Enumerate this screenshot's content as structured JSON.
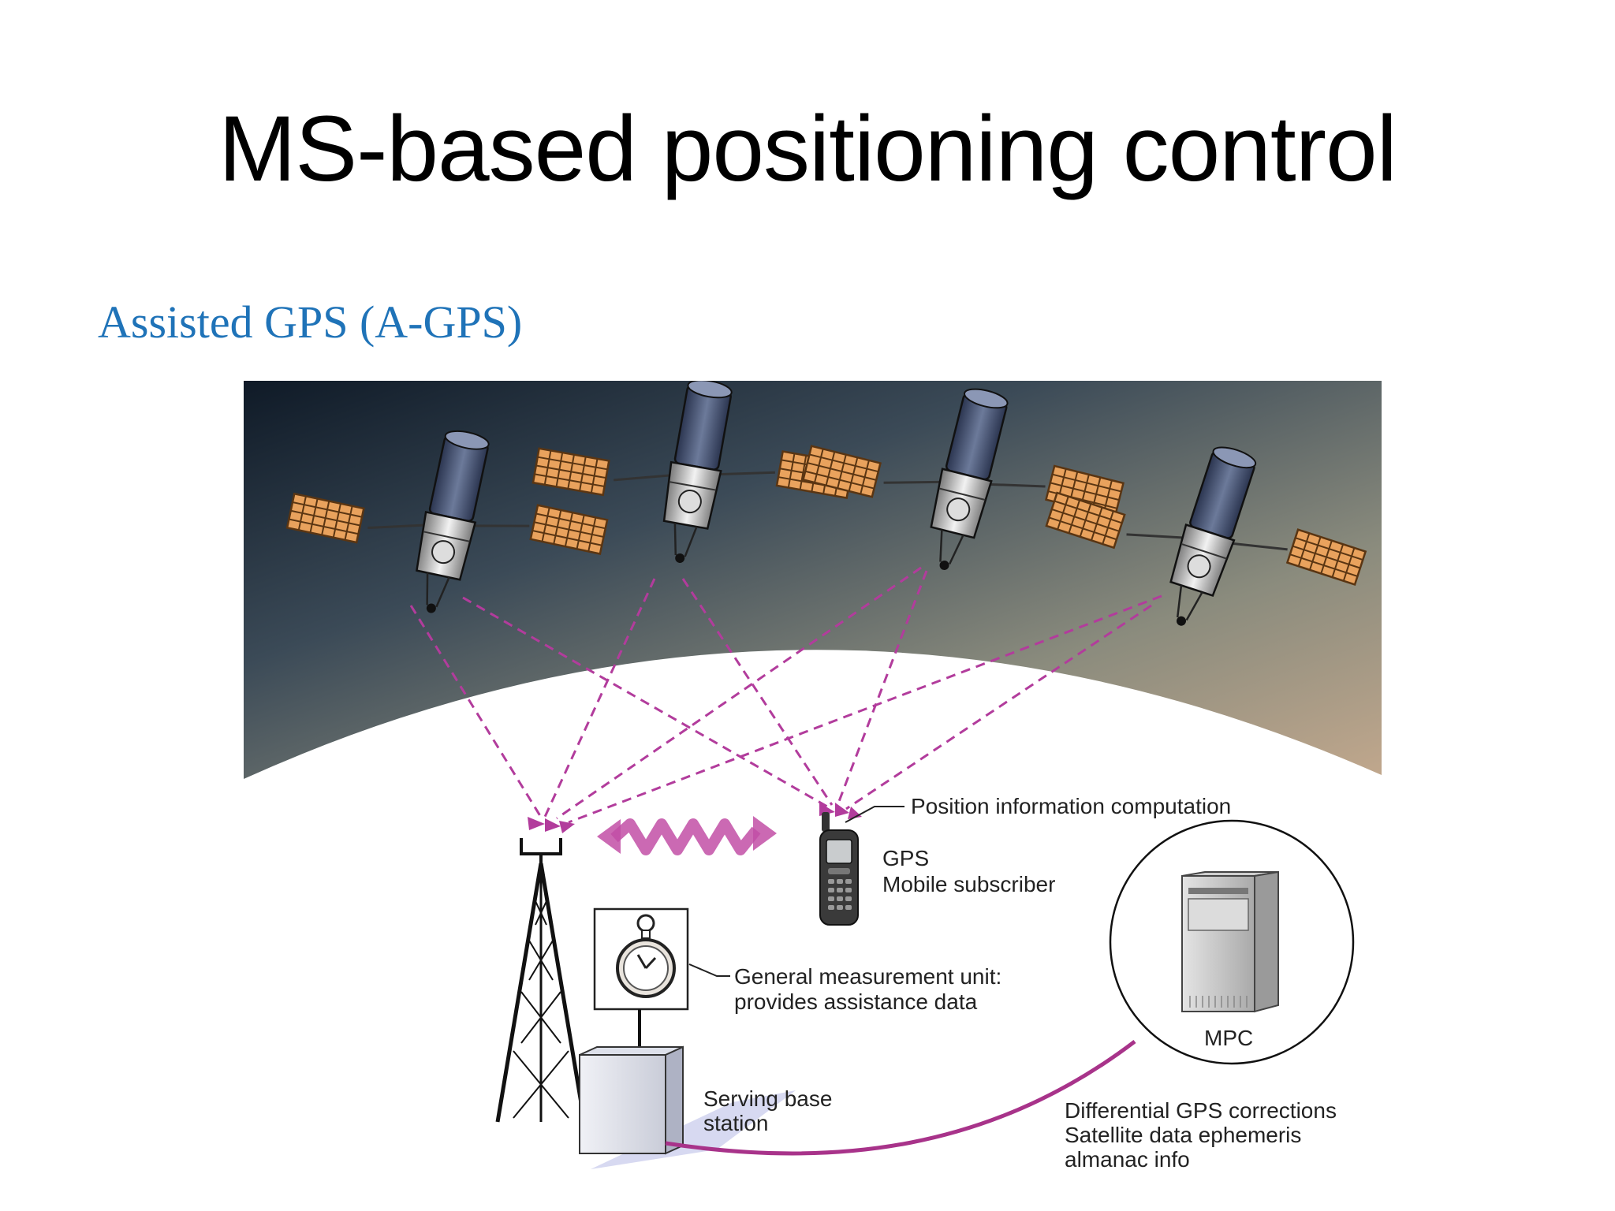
{
  "slide": {
    "title": "MS-based positioning control",
    "subtitle": "Assisted GPS (A-GPS)"
  },
  "diagram": {
    "labels": {
      "position_computation": "Position information computation",
      "gps_line1": "GPS",
      "gps_line2": "Mobile subscriber",
      "gmu_line1": "General measurement unit:",
      "gmu_line2": "provides assistance data",
      "mpc": "MPC",
      "base_station_line1": "Serving base",
      "base_station_line2": "station",
      "corrections_line1": "Differential GPS corrections",
      "corrections_line2": "Satellite data ephemeris",
      "corrections_line3": "almanac info"
    },
    "colors": {
      "signal": "#b23c9c",
      "link": "#a8338a",
      "subtitle": "#1f73b8",
      "panel": "#e9a25d"
    }
  }
}
